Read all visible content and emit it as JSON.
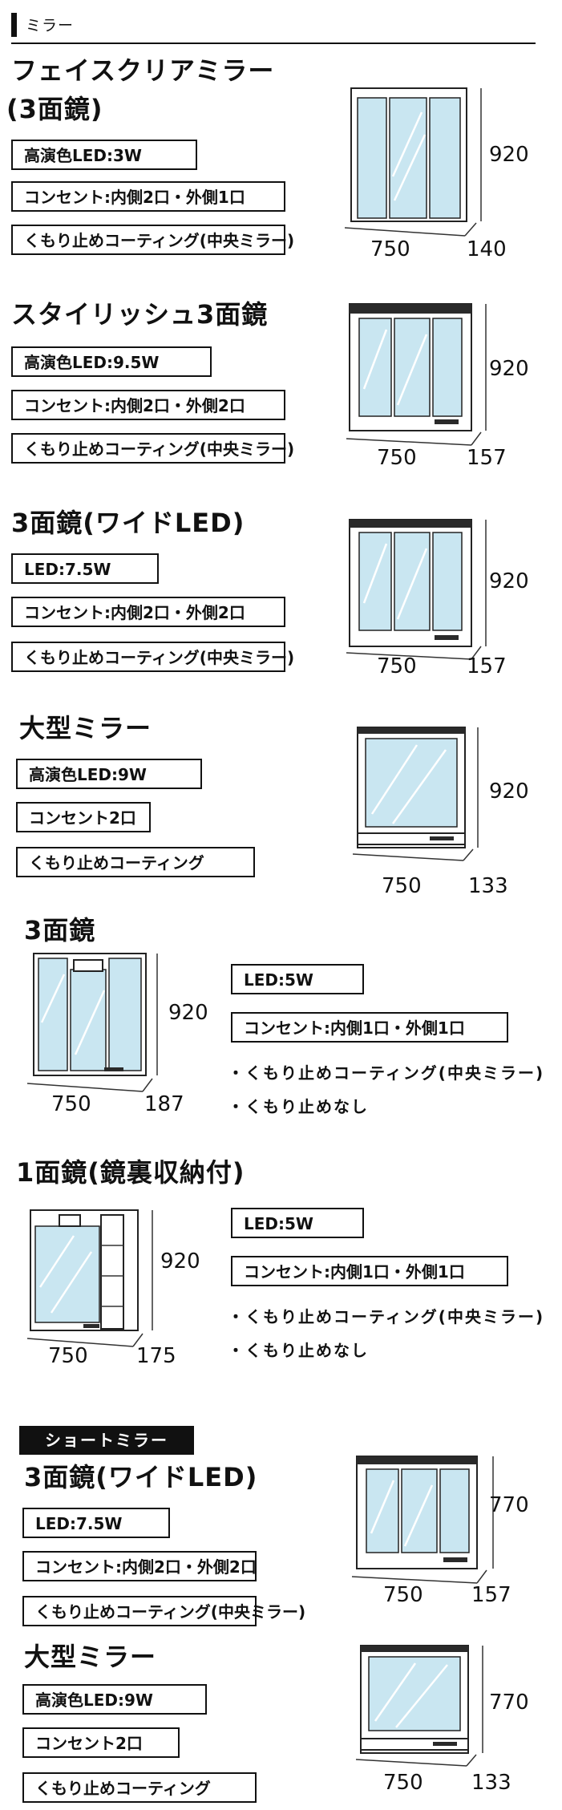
{
  "header": {
    "label": "ミラー"
  },
  "short_tag": "ショートミラー",
  "products": [
    {
      "title_line1": "フェイスクリアミラー",
      "title_line2": "(3面鏡)",
      "specs": [
        "高演色LED:3W",
        "コンセント:内側2口・外側1口",
        "くもり止めコーティング(中央ミラー)"
      ],
      "dims": {
        "width": "750",
        "height": "920",
        "depth": "140"
      }
    },
    {
      "title_line1": "スタイリッシュ3面鏡",
      "specs": [
        "高演色LED:9.5W",
        "コンセント:内側2口・外側2口",
        "くもり止めコーティング(中央ミラー)"
      ],
      "dims": {
        "width": "750",
        "height": "920",
        "depth": "157"
      }
    },
    {
      "title_line1": "3面鏡(ワイドLED)",
      "specs": [
        "LED:7.5W",
        "コンセント:内側2口・外側2口",
        "くもり止めコーティング(中央ミラー)"
      ],
      "dims": {
        "width": "750",
        "height": "920",
        "depth": "157"
      }
    },
    {
      "title_line1": "大型ミラー",
      "specs": [
        "高演色LED:9W",
        "コンセント2口",
        "くもり止めコーティング"
      ],
      "dims": {
        "width": "750",
        "height": "920",
        "depth": "133"
      }
    },
    {
      "title_line1": "3面鏡",
      "specs": [
        "LED:5W",
        "コンセント:内側1口・外側1口"
      ],
      "bullets": [
        "・くもり止めコーティング(中央ミラー)",
        "・くもり止めなし"
      ],
      "dims": {
        "width": "750",
        "height": "920",
        "depth": "187"
      }
    },
    {
      "title_line1": "1面鏡(鏡裏収納付)",
      "specs": [
        "LED:5W",
        "コンセント:内側1口・外側1口"
      ],
      "bullets": [
        "・くもり止めコーティング(中央ミラー)",
        "・くもり止めなし"
      ],
      "dims": {
        "width": "750",
        "height": "920",
        "depth": "175"
      }
    },
    {
      "title_line1": "3面鏡(ワイドLED)",
      "specs": [
        "LED:7.5W",
        "コンセント:内側2口・外側2口",
        "くもり止めコーティング(中央ミラー)"
      ],
      "dims": {
        "width": "750",
        "height": "770",
        "depth": "157"
      }
    },
    {
      "title_line1": "大型ミラー",
      "specs": [
        "高演色LED:9W",
        "コンセント2口",
        "くもり止めコーティング"
      ],
      "dims": {
        "width": "750",
        "height": "770",
        "depth": "133"
      }
    }
  ]
}
